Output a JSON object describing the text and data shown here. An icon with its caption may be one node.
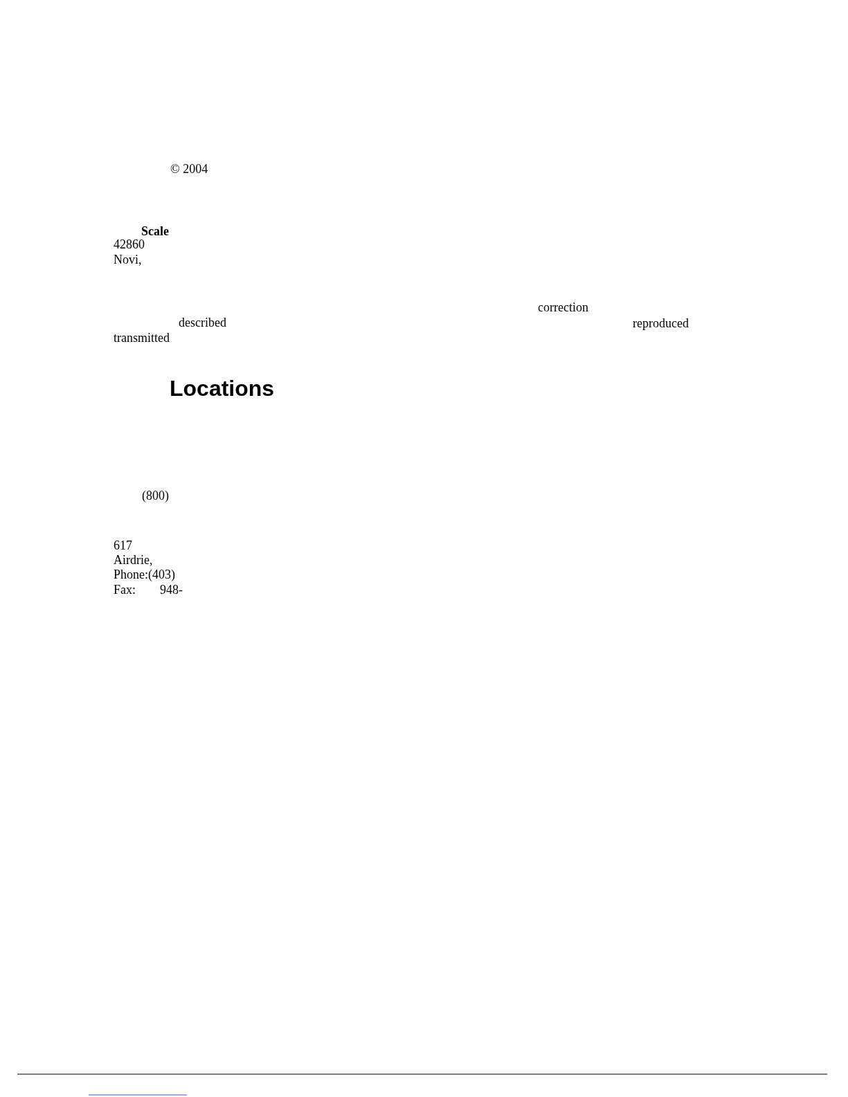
{
  "diagram": {
    "title": "Locations",
    "labels": [
      "© 2004",
      "Scale",
      "42860",
      "Novi,",
      "correction",
      "described",
      "reproduced",
      "transmitted",
      "(800)",
      "617",
      "Airdrie,",
      "Phone:(403)",
      "Fax:",
      "948-"
    ]
  }
}
